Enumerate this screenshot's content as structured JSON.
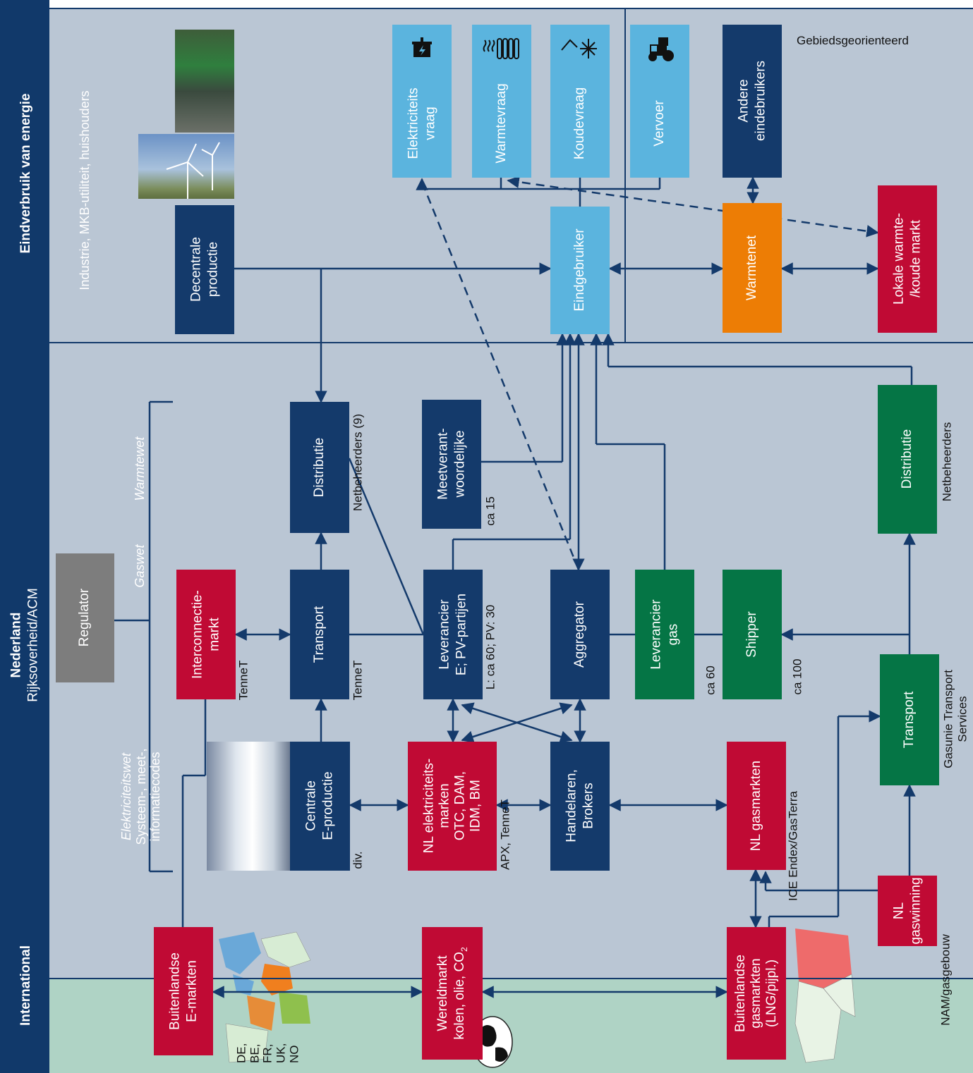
{
  "sidebar": {
    "international": "International",
    "nederland_title": "Nederland",
    "nederland_sub": "Rijksoverheid/ACM",
    "eindverbruik": "Eindverbruik van energie"
  },
  "top": {
    "sectors": "Industrie, MKB-utiliteit, huishouders",
    "gebied": "Gebiedsgeorienteerd"
  },
  "laws": {
    "warmtewet": "Warmtewet",
    "gaswet": "Gaswet",
    "elektriciteitswet": "Elektriciteitswet",
    "codes_line1": "Systeem-, meet-,",
    "codes_line2": "informatiecodes"
  },
  "boxes": {
    "regulator": "Regulator",
    "decentrale_1": "Decentrale",
    "decentrale_2": "productie",
    "elek_vraag_1": "Elektriciteits",
    "elek_vraag_2": "vraag",
    "warmtevraag": "Warmtevraag",
    "koudevraag": "Koudevraag",
    "vervoer": "Vervoer",
    "andere_1": "Andere",
    "andere_2": "eindebruikers",
    "eindgebruiker": "Eindgebruiker",
    "warmtenet": "Warmtenet",
    "lokale_1": "Lokale warmte-",
    "lokale_2": "/koude markt",
    "distributie_e": "Distributie",
    "meet_1": "Meetverant-",
    "meet_2": "woordelijke",
    "distributie_g": "Distributie",
    "interconnectie_1": "Interconnectie-",
    "interconnectie_2": "markt",
    "transport_e": "Transport",
    "leverancier_e_1": "Leverancier",
    "leverancier_e_2": "E; PV-partijen",
    "aggregator": "Aggregator",
    "leverancier_g_1": "Leverancier",
    "leverancier_g_2": "gas",
    "shipper": "Shipper",
    "transport_g": "Transport",
    "centrale_1": "Centrale",
    "centrale_2": "E-productie",
    "nl_elek_1": "NL elektriciteits-",
    "nl_elek_2": "marken",
    "nl_elek_3": "OTC, DAM,",
    "nl_elek_4": "IDM, BM",
    "handelaren_1": "Handelaren,",
    "handelaren_2": "Brokers",
    "nl_gasmarkten": "NL gasmarkten",
    "nl_gaswinning_1": "NL",
    "nl_gaswinning_2": "gaswinning",
    "buitenlandse_e_1": "Buitenlandse",
    "buitenlandse_e_2": "E-markten",
    "wereldmarkt_1": "Wereldmarkt",
    "wereldmarkt_2": "kolen, olie, CO",
    "wereldmarkt_sub": "2",
    "buitenlandse_g_1": "Buitenlandse",
    "buitenlandse_g_2": "gasmarkten",
    "buitenlandse_g_3": "(LNG/pijpl.)"
  },
  "notes": {
    "netbeheerders_9": "Netbeheerders (9)",
    "ca15": "ca 15",
    "netbeheerders": "Netbeheerders",
    "tennet_1": "TenneT",
    "tennet_2": "TenneT",
    "l_pv": "L: ca 60; PV: 30",
    "ca60": "ca 60",
    "ca100": "ca 100",
    "gasunie_1": "Gasunie Transport",
    "gasunie_2": "Services",
    "div": "div.",
    "apx": "APX, TenneT",
    "ice": "ICE Endex/GasTerra",
    "nam": "NAM/gasgebouw",
    "countries": "DE, BE, FR, UK, NO"
  },
  "colors": {
    "navy": "#143a6b",
    "light_blue": "#5bb4de",
    "red": "#c00a34",
    "green": "#057545",
    "orange": "#ed7d05",
    "grey": "#7d7d7d",
    "zone_blue": "#bac6d4",
    "zone_green": "#afd3c5"
  }
}
